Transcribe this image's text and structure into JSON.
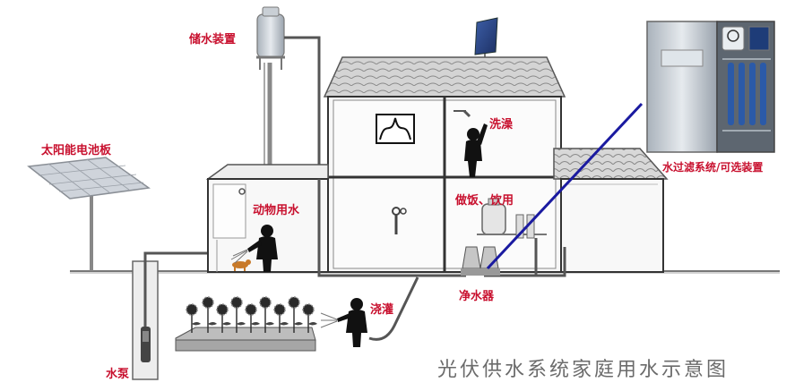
{
  "labels": {
    "storage": "储水装置",
    "solar_panel": "太阳能电池板",
    "shower": "洗澡",
    "animal_water": "动物用水",
    "cooking": "做饭、饮用",
    "filter_system": "水过滤系统/可选装置",
    "irrigation": "浇灌",
    "purifier": "净水器",
    "pump": "水泵"
  },
  "caption": "光伏供水系统家庭用水示意图",
  "colors": {
    "label": "#c8102e",
    "caption": "#6b6b6b",
    "pipe": "#555555",
    "pointer": "#1a1aa0",
    "roof": "#bdbdbd"
  }
}
